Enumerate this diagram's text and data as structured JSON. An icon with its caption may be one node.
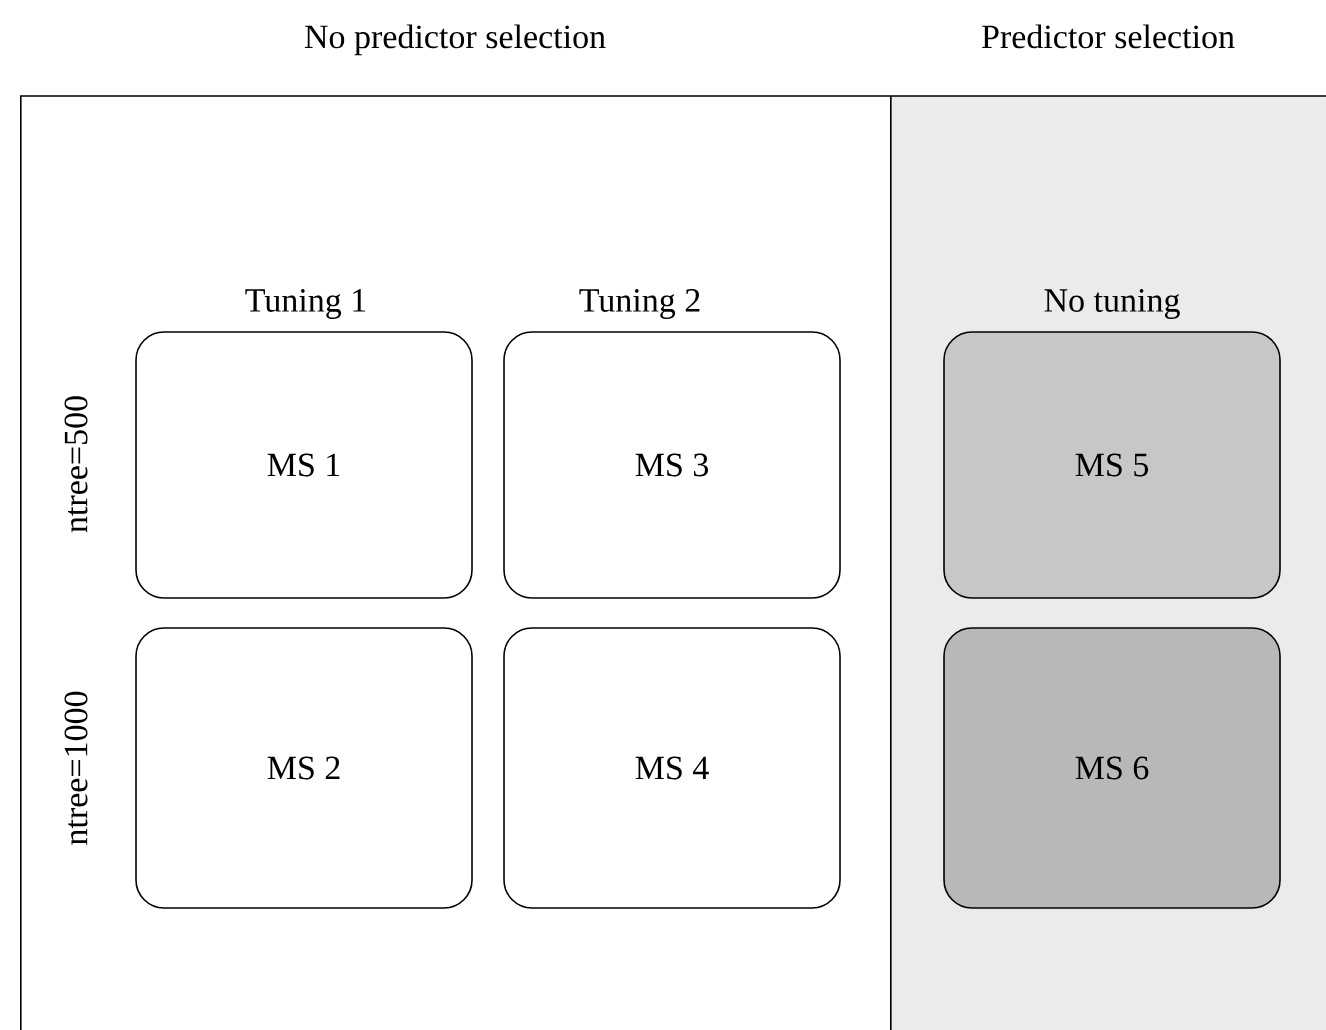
{
  "diagram": {
    "nodes": [
      {
        "text": [
          "No predictor selection"
        ]
      },
      {
        "text": [
          "Predictor selection"
        ]
      },
      {
        "text": [
          "MS 1"
        ],
        "in": 0
      },
      {
        "text": [
          "MS 3"
        ],
        "in": 0
      },
      {
        "text": [
          "MS 5"
        ],
        "in": 1
      },
      {
        "text": [
          "MS 2"
        ],
        "in": 0
      },
      {
        "text": [
          "MS 4"
        ],
        "in": 0
      },
      {
        "text": [
          "MS 6"
        ],
        "in": 1
      }
    ],
    "labels": [
      "Tuning 1",
      "Tuning 2",
      "No tuning",
      "ntree=500",
      "ntree=1000"
    ]
  }
}
